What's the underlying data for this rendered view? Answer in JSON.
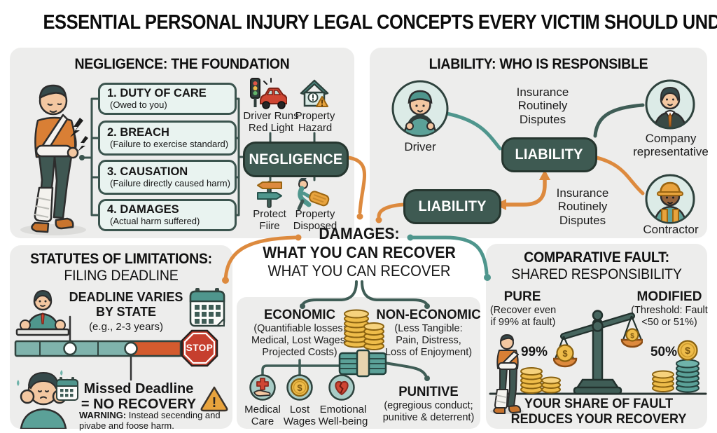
{
  "title": "ESSENTIAL PERSONAL INJURY LEGAL CONCEPTS EVERY VICTIM SHOULD UNDERSTAND",
  "colors": {
    "panel_bg": "#ededec",
    "dark_box": "#3e5a52",
    "teal_accent": "#4f968d",
    "orange_accent": "#dd8a3e",
    "red_accent": "#c63f2e",
    "gold_coin": "#eebc4a",
    "mint_box": "#e9f3f0"
  },
  "glyphs": {
    "dollar": "$",
    "exclamation": "!"
  },
  "negligence": {
    "title": "NEGLIGENCE: THE FOUNDATION",
    "items": [
      {
        "heading": "1. DUTY OF CARE",
        "sub": "(Owed to you)"
      },
      {
        "heading": "2. BREACH",
        "sub": "(Failure to exercise standard)"
      },
      {
        "heading": "3. CAUSATION",
        "sub": "(Failure directly caused harm)"
      },
      {
        "heading": "4. DAMAGES",
        "sub": "(Actual harm suffered)"
      }
    ],
    "example_driver": "Driver Runs\nRed Light",
    "example_property": "Property\nHazard",
    "box_label": "NEGLIGENCE",
    "example_protect": "Protect\nFiire",
    "example_disposed": "Property\nDisposed"
  },
  "liability": {
    "title": "LIABILITY: WHO IS RESPONSIBLE",
    "driver_label": "Driver",
    "company_label": "Company\nrepresentative",
    "contractor_label": "Contractor",
    "box1_label": "LIABILITY",
    "box2_label": "LIABILITY",
    "dispute_top": "Insurance\nRoutinely\nDisputes",
    "dispute_bottom": "Insurance\nRoutinely\nDisputes"
  },
  "statutes": {
    "title_line1": "STATUTES OF LIMITATIONS:",
    "title_line2": "FILING DEADLINE",
    "deadline_heading": "DEADLINE VARIES\nBY STATE",
    "deadline_sub": "(e.g., 2-3 years)",
    "stop_label": "STOP",
    "missed_heading": "Missed Deadline\n= NO RECOVERY",
    "warning_label": "WARNING:",
    "warning_text": " Instead secending and pivabe and foose harm."
  },
  "damages": {
    "title": "DAMAGES:",
    "subtitle_bold": "WHAT YOU CAN RECOVER",
    "subtitle_regular": "WHAT YOU CAN RECOVER",
    "economic_heading": "ECONOMIC",
    "economic_sub": "(Quantifiable losses:\nMedical, Lost Wages,\nProjected Costs)",
    "noneconomic_heading": "NON-ECONOMIC",
    "noneconomic_sub": "(Less Tangible:\nPain, Distress,\nLoss of Enjoyment)",
    "punitive_heading": "PUNITIVE",
    "punitive_sub": "(egregious conduct;\npunitive & deterrent)",
    "medical_label": "Medical\nCare",
    "wages_label": "Lost\nWages",
    "emotional_label": "Emotional\nWell-being"
  },
  "comparative": {
    "title_line1": "COMPARATIVE FAULT:",
    "title_line2": "SHARED RESPONSIBILITY",
    "pure_heading": "PURE",
    "pure_sub": "(Recover even\nif 99% at fault)",
    "modified_heading": "MODIFIED",
    "modified_sub": "(Threshold: Fault\n<50 or 51%)",
    "pure_pct": "99%",
    "modified_pct": "50%",
    "footer": "YOUR SHARE OF FAULT\nREDUCES YOUR RECOVERY"
  }
}
